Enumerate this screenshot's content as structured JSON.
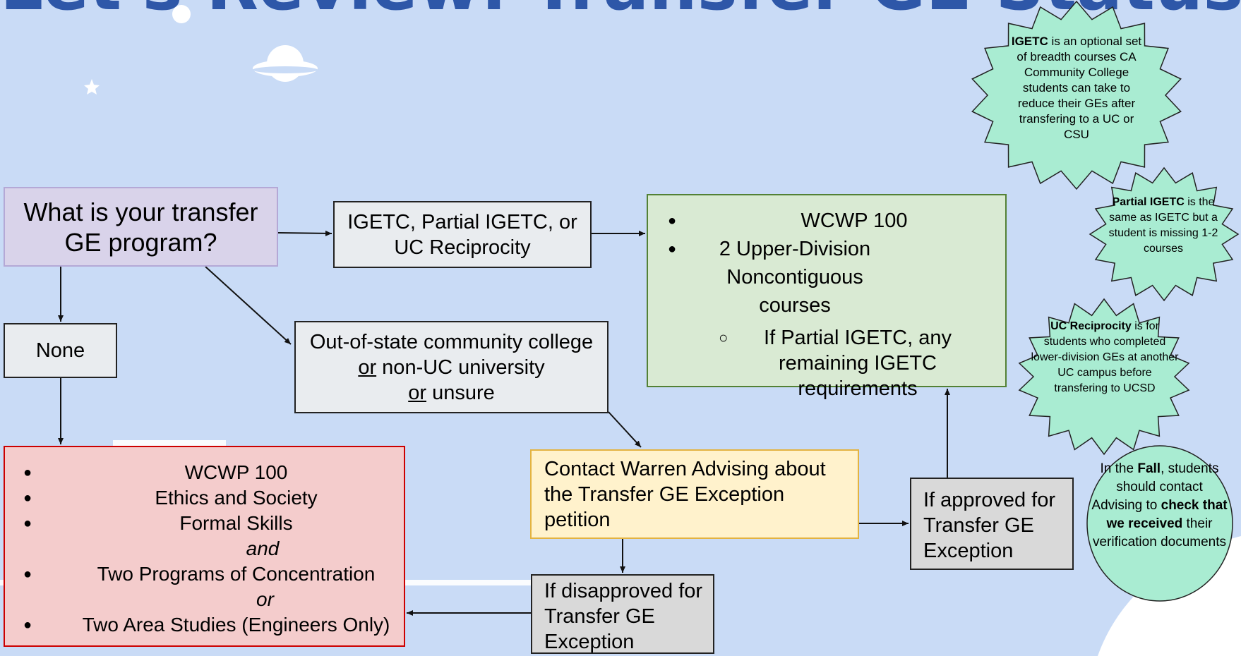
{
  "title": "Let's Review: Transfer GE Status",
  "colors": {
    "background": "#c9dbf6",
    "title": "#2e57a8",
    "question": "#d9d3ea",
    "neutral": "#e9ecef",
    "green": "#d9ead3",
    "red": "#f4cccc",
    "yellow": "#fff2cc",
    "gray": "#d9d9d9",
    "note": "#a9ecd2"
  },
  "flow": {
    "question": "What is your transfer GE program?",
    "igetc_option": "IGETC, Partial IGETC, or UC Reciprocity",
    "none_option": "None",
    "out_of_state": {
      "line1": "Out-of-state community college",
      "or_word": "or",
      "line2_rest": " non-UC university",
      "line3_rest": " unsure"
    },
    "igetc_requirements": {
      "item1": "WCWP 100",
      "item2": "2 Upper-Division Noncontiguous courses",
      "sub_item": "If Partial IGETC, any remaining IGETC requirements"
    },
    "full_requirements": {
      "item1": "WCWP 100",
      "item2": "Ethics and Society",
      "item3": "Formal Skills",
      "join_and": "and",
      "item4": "Two Programs of Concentration",
      "join_or": "or",
      "item5": "Two Area Studies (Engineers Only)"
    },
    "contact_advising": "Contact Warren Advising about the Transfer GE Exception petition",
    "approved": "If approved for Transfer GE Exception",
    "disapproved": "If disapproved for Transfer GE Exception"
  },
  "notes": {
    "igetc": {
      "term": "IGETC",
      "text": " is an optional set of breadth courses CA Community College students can take to reduce their GEs after transfering to a UC or CSU"
    },
    "partial_igetc": {
      "term": "Partial IGETC",
      "text": " is the same as IGETC but a student is missing 1-2 courses"
    },
    "uc_reciprocity": {
      "term": "UC Reciprocity",
      "text": " is for students who completed lower-division GEs at another UC campus before transfering to UCSD"
    },
    "fall_reminder": {
      "part1": "In the ",
      "term": "Fall",
      "part2": ", students should contact Advising to ",
      "emphasis": "check that we received",
      "part3": " their verification documents"
    }
  }
}
